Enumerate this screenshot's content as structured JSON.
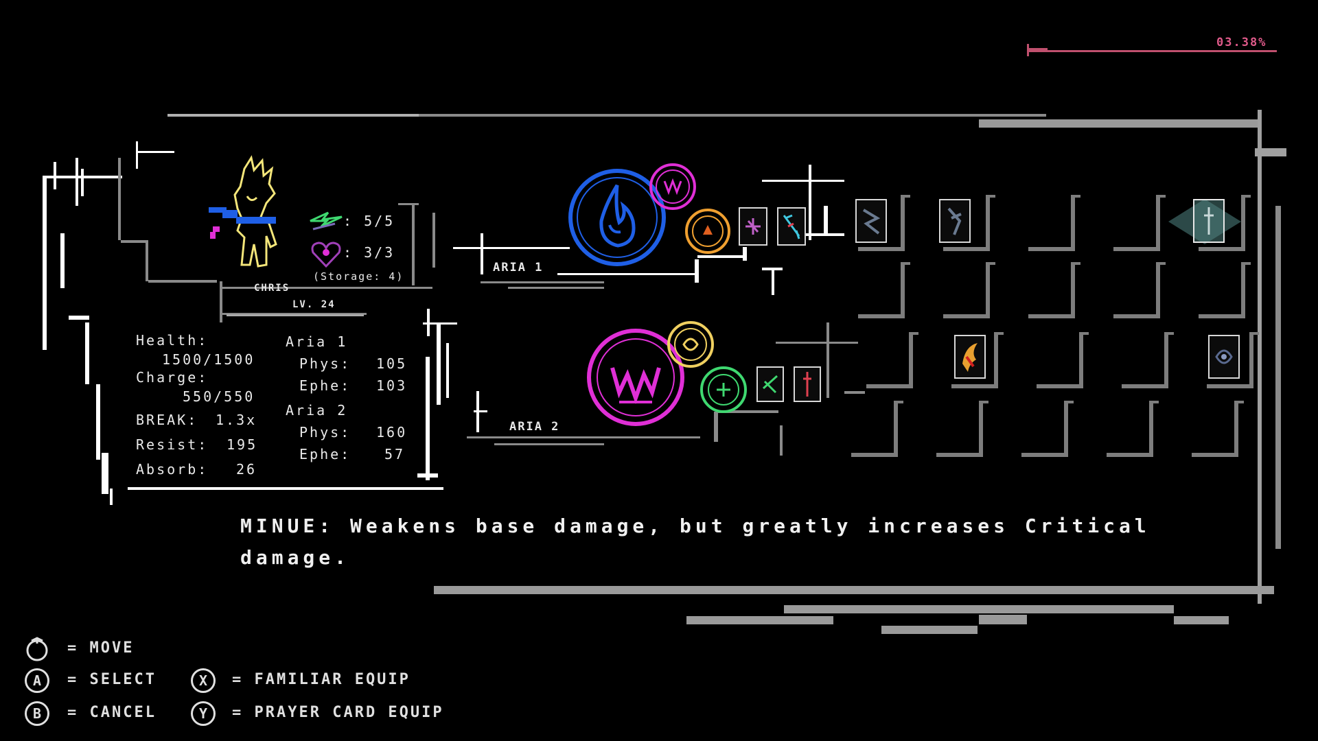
{
  "progress": {
    "percent_label": "03.38%",
    "value": 3.38
  },
  "character": {
    "name": "CHRIS",
    "level": "LV. 24",
    "familiar_count": ": 5/5",
    "prayer_count": ": 3/3",
    "storage": "(Storage: 4)"
  },
  "stats": {
    "health_label": "Health:",
    "health_value": "1500/1500",
    "charge_label": "Charge:",
    "charge_value": "550/550",
    "break_label": "BREAK:",
    "break_value": "1.3x",
    "resist_label": "Resist:",
    "resist_value": "195",
    "absorb_label": "Absorb:",
    "absorb_value": "26",
    "aria1_label": "Aria 1",
    "aria1_phys_label": "Phys:",
    "aria1_phys_value": "105",
    "aria1_ephe_label": "Ephe:",
    "aria1_ephe_value": "103",
    "aria2_label": "Aria 2",
    "aria2_phys_label": "Phys:",
    "aria2_phys_value": "160",
    "aria2_ephe_label": "Ephe:",
    "aria2_ephe_value": "57"
  },
  "arias": {
    "aria1_label": "ARIA 1",
    "aria2_label": "ARIA 2"
  },
  "description": "MINUE: Weakens base damage, but greatly increases Critical damage.",
  "controls": {
    "move": "= MOVE",
    "select": "= SELECT",
    "cancel": "= CANCEL",
    "familiar": "= FAMILIAR EQUIP",
    "prayer": "= PRAYER CARD EQUIP",
    "a_key": "A",
    "b_key": "B",
    "x_key": "X",
    "y_key": "Y"
  },
  "colors": {
    "aria1_main": "#1f5fe6",
    "aria1_pink": "#e02fd6",
    "aria1_orange": "#f0a030",
    "aria2_main": "#e02fd6",
    "aria2_yellow": "#f0d060",
    "aria2_green": "#3fd870",
    "character": "#f4e67a",
    "scarf": "#1f5fe6",
    "progress": "#e05a8a"
  },
  "icons": {
    "aria1_main": "water-flame-emblem-icon",
    "aria2_main": "flame-emblem-icon",
    "character": "chris-sprite-icon",
    "familiar": "bolt-wing-icon",
    "prayer": "heart-sigil-icon",
    "move": "dpad-stick-icon"
  }
}
